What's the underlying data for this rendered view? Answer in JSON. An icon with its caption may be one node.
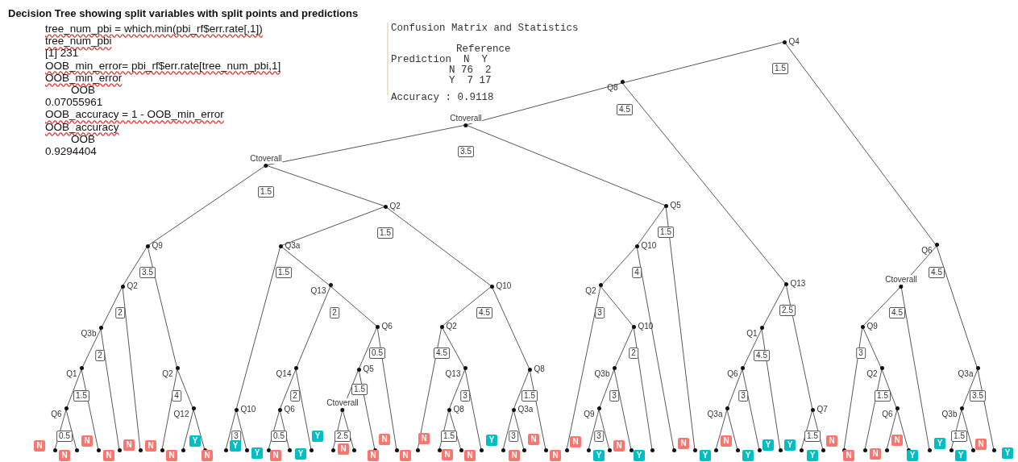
{
  "diagram": {
    "title": "Decision Tree showing split variables with split points and predictions",
    "nodes": [
      {
        "text": [
          "Q4"
        ]
      },
      {
        "text": [
          "Q8"
        ]
      },
      {
        "text": [
          "Ctoverall"
        ]
      },
      {
        "text": [
          "Ctoverall"
        ]
      },
      {
        "text": [
          "Q9"
        ]
      },
      {
        "text": [
          "Q2"
        ]
      },
      {
        "text": [
          "Q3b"
        ]
      },
      {
        "text": [
          "Q1"
        ]
      },
      {
        "text": [
          "Q6"
        ]
      },
      {
        "text": [
          "N"
        ]
      },
      {
        "text": [
          "N"
        ]
      },
      {
        "text": [
          "N"
        ]
      },
      {
        "text": [
          "N"
        ]
      },
      {
        "text": [
          "N"
        ]
      },
      {
        "text": [
          "Q2"
        ]
      },
      {
        "text": [
          "N"
        ]
      },
      {
        "text": [
          "Q12"
        ]
      },
      {
        "text": [
          "N"
        ]
      },
      {
        "text": [
          "Y"
        ]
      },
      {
        "text": [
          "Q2"
        ]
      },
      {
        "text": [
          "Q3a"
        ]
      },
      {
        "text": [
          "Q10"
        ]
      },
      {
        "text": [
          "N"
        ]
      },
      {
        "text": [
          "Y"
        ]
      },
      {
        "text": [
          "Q13"
        ]
      },
      {
        "text": [
          "Q14"
        ]
      },
      {
        "text": [
          "Q6"
        ]
      },
      {
        "text": [
          "Y"
        ]
      },
      {
        "text": [
          "N"
        ]
      },
      {
        "text": [
          "Y"
        ]
      },
      {
        "text": [
          "Q6"
        ]
      },
      {
        "text": [
          "Q5"
        ]
      },
      {
        "text": [
          "Ctoverall"
        ]
      },
      {
        "text": [
          "Y"
        ]
      },
      {
        "text": [
          "N"
        ]
      },
      {
        "text": [
          "N"
        ]
      },
      {
        "text": [
          "N"
        ]
      },
      {
        "text": [
          "Q10"
        ]
      },
      {
        "text": [
          "Q2"
        ]
      },
      {
        "text": [
          "N"
        ]
      },
      {
        "text": [
          "Q13"
        ]
      },
      {
        "text": [
          "Q8"
        ]
      },
      {
        "text": [
          "N"
        ]
      },
      {
        "text": [
          "N"
        ]
      },
      {
        "text": [
          "N"
        ]
      },
      {
        "text": [
          "Q8"
        ]
      },
      {
        "text": [
          "Q3a"
        ]
      },
      {
        "text": [
          "Y"
        ]
      },
      {
        "text": [
          "N"
        ]
      },
      {
        "text": [
          "N"
        ]
      },
      {
        "text": [
          "Q5"
        ]
      },
      {
        "text": [
          "Q10"
        ]
      },
      {
        "text": [
          "Q2"
        ]
      },
      {
        "text": [
          "N"
        ]
      },
      {
        "text": [
          "Q10"
        ]
      },
      {
        "text": [
          "Q3b"
        ]
      },
      {
        "text": [
          "Q9"
        ]
      },
      {
        "text": [
          "N"
        ]
      },
      {
        "text": [
          "Y"
        ]
      },
      {
        "text": [
          "N"
        ]
      },
      {
        "text": [
          "Y"
        ]
      },
      {
        "text": [
          "N"
        ]
      },
      {
        "text": [
          "Y"
        ]
      },
      {
        "text": [
          "Q13"
        ]
      },
      {
        "text": [
          "Q1"
        ]
      },
      {
        "text": [
          "Q6"
        ]
      },
      {
        "text": [
          "Q3a"
        ]
      },
      {
        "text": [
          "N"
        ]
      },
      {
        "text": [
          "Y"
        ]
      },
      {
        "text": [
          "Y"
        ]
      },
      {
        "text": [
          "Y"
        ]
      },
      {
        "text": [
          "Q7"
        ]
      },
      {
        "text": [
          "Y"
        ]
      },
      {
        "text": [
          "N"
        ]
      },
      {
        "text": [
          "Q6"
        ]
      },
      {
        "text": [
          "Ctoverall"
        ]
      },
      {
        "text": [
          "Q9"
        ]
      },
      {
        "text": [
          "N"
        ]
      },
      {
        "text": [
          "Q2"
        ]
      },
      {
        "text": [
          "N"
        ]
      },
      {
        "text": [
          "Q6"
        ]
      },
      {
        "text": [
          "N"
        ]
      },
      {
        "text": [
          "Y"
        ]
      },
      {
        "text": [
          "Y"
        ]
      },
      {
        "text": [
          "Q3a"
        ]
      },
      {
        "text": [
          "Q3b"
        ]
      },
      {
        "text": [
          "Y"
        ]
      },
      {
        "text": [
          "N"
        ]
      },
      {
        "text": [
          "Y"
        ]
      }
    ],
    "edges": [
      {
        "from": 0,
        "to": 1,
        "arrow": "none"
      },
      {
        "from": 0,
        "to": 74,
        "arrow": "none"
      },
      {
        "from": 1,
        "to": 2,
        "arrow": "none"
      },
      {
        "from": 1,
        "to": 63,
        "arrow": "none"
      },
      {
        "from": 2,
        "to": 3,
        "arrow": "none"
      },
      {
        "from": 2,
        "to": 50,
        "arrow": "none"
      },
      {
        "from": 3,
        "to": 4,
        "arrow": "none"
      },
      {
        "from": 3,
        "to": 19,
        "arrow": "none"
      },
      {
        "from": 4,
        "to": 5,
        "arrow": "none"
      },
      {
        "from": 4,
        "to": 14,
        "arrow": "none"
      },
      {
        "from": 5,
        "to": 6,
        "arrow": "none"
      },
      {
        "from": 5,
        "to": 13,
        "arrow": "none"
      },
      {
        "from": 6,
        "to": 7,
        "arrow": "none"
      },
      {
        "from": 6,
        "to": 12,
        "arrow": "none"
      },
      {
        "from": 7,
        "to": 8,
        "arrow": "none"
      },
      {
        "from": 7,
        "to": 11,
        "arrow": "none"
      },
      {
        "from": 8,
        "to": 9,
        "arrow": "none"
      },
      {
        "from": 8,
        "to": 10,
        "arrow": "none"
      },
      {
        "from": 14,
        "to": 15,
        "arrow": "none"
      },
      {
        "from": 14,
        "to": 16,
        "arrow": "none"
      },
      {
        "from": 16,
        "to": 17,
        "arrow": "none"
      },
      {
        "from": 16,
        "to": 18,
        "arrow": "none"
      },
      {
        "from": 19,
        "to": 20,
        "arrow": "none"
      },
      {
        "from": 19,
        "to": 37,
        "arrow": "none"
      },
      {
        "from": 20,
        "to": 21,
        "arrow": "none"
      },
      {
        "from": 20,
        "to": 24,
        "arrow": "none"
      },
      {
        "from": 21,
        "to": 22,
        "arrow": "none"
      },
      {
        "from": 21,
        "to": 23,
        "arrow": "none"
      },
      {
        "from": 24,
        "to": 25,
        "arrow": "none"
      },
      {
        "from": 24,
        "to": 30,
        "arrow": "none"
      },
      {
        "from": 25,
        "to": 26,
        "arrow": "none"
      },
      {
        "from": 25,
        "to": 29,
        "arrow": "none"
      },
      {
        "from": 26,
        "to": 27,
        "arrow": "none"
      },
      {
        "from": 26,
        "to": 28,
        "arrow": "none"
      },
      {
        "from": 30,
        "to": 31,
        "arrow": "none"
      },
      {
        "from": 30,
        "to": 36,
        "arrow": "none"
      },
      {
        "from": 31,
        "to": 32,
        "arrow": "none"
      },
      {
        "from": 31,
        "to": 35,
        "arrow": "none"
      },
      {
        "from": 32,
        "to": 33,
        "arrow": "none"
      },
      {
        "from": 32,
        "to": 34,
        "arrow": "none"
      },
      {
        "from": 37,
        "to": 38,
        "arrow": "none"
      },
      {
        "from": 37,
        "to": 45,
        "arrow": "none"
      },
      {
        "from": 38,
        "to": 39,
        "arrow": "none"
      },
      {
        "from": 38,
        "to": 40,
        "arrow": "none"
      },
      {
        "from": 40,
        "to": 41,
        "arrow": "none"
      },
      {
        "from": 40,
        "to": 44,
        "arrow": "none"
      },
      {
        "from": 41,
        "to": 42,
        "arrow": "none"
      },
      {
        "from": 41,
        "to": 43,
        "arrow": "none"
      },
      {
        "from": 45,
        "to": 46,
        "arrow": "none"
      },
      {
        "from": 45,
        "to": 49,
        "arrow": "none"
      },
      {
        "from": 46,
        "to": 47,
        "arrow": "none"
      },
      {
        "from": 46,
        "to": 48,
        "arrow": "none"
      },
      {
        "from": 50,
        "to": 51,
        "arrow": "none"
      },
      {
        "from": 50,
        "to": 62,
        "arrow": "none"
      },
      {
        "from": 51,
        "to": 52,
        "arrow": "none"
      },
      {
        "from": 51,
        "to": 61,
        "arrow": "none"
      },
      {
        "from": 52,
        "to": 53,
        "arrow": "none"
      },
      {
        "from": 52,
        "to": 54,
        "arrow": "none"
      },
      {
        "from": 54,
        "to": 55,
        "arrow": "none"
      },
      {
        "from": 54,
        "to": 60,
        "arrow": "none"
      },
      {
        "from": 55,
        "to": 56,
        "arrow": "none"
      },
      {
        "from": 55,
        "to": 59,
        "arrow": "none"
      },
      {
        "from": 56,
        "to": 57,
        "arrow": "none"
      },
      {
        "from": 56,
        "to": 58,
        "arrow": "none"
      },
      {
        "from": 63,
        "to": 64,
        "arrow": "none"
      },
      {
        "from": 63,
        "to": 71,
        "arrow": "none"
      },
      {
        "from": 64,
        "to": 65,
        "arrow": "none"
      },
      {
        "from": 64,
        "to": 70,
        "arrow": "none"
      },
      {
        "from": 65,
        "to": 66,
        "arrow": "none"
      },
      {
        "from": 65,
        "to": 69,
        "arrow": "none"
      },
      {
        "from": 66,
        "to": 67,
        "arrow": "none"
      },
      {
        "from": 66,
        "to": 68,
        "arrow": "none"
      },
      {
        "from": 71,
        "to": 72,
        "arrow": "none"
      },
      {
        "from": 71,
        "to": 73,
        "arrow": "none"
      },
      {
        "from": 74,
        "to": 75,
        "arrow": "none"
      },
      {
        "from": 74,
        "to": 84,
        "arrow": "none"
      },
      {
        "from": 75,
        "to": 76,
        "arrow": "none"
      },
      {
        "from": 75,
        "to": 83,
        "arrow": "none"
      },
      {
        "from": 76,
        "to": 77,
        "arrow": "none"
      },
      {
        "from": 76,
        "to": 78,
        "arrow": "none"
      },
      {
        "from": 78,
        "to": 79,
        "arrow": "none"
      },
      {
        "from": 78,
        "to": 80,
        "arrow": "none"
      },
      {
        "from": 80,
        "to": 81,
        "arrow": "none"
      },
      {
        "from": 80,
        "to": 82,
        "arrow": "none"
      },
      {
        "from": 84,
        "to": 85,
        "arrow": "none"
      },
      {
        "from": 84,
        "to": 88,
        "arrow": "none"
      },
      {
        "from": 85,
        "to": 86,
        "arrow": "none"
      },
      {
        "from": 85,
        "to": 87,
        "arrow": "none"
      }
    ],
    "labels": [
      "tree_num_pbi = which.min(pbi_rf$err.rate[,1])",
      "tree_num_pbi",
      "[1] 231",
      "OOB_min_error= pbi_rf$err.rate[tree_num_pbi,1]",
      "OOB_min_error",
      "OOB",
      "0.07055961",
      "OOB_accuracy = 1 - OOB_min_error",
      "OOB_accuracy",
      "OOB",
      "0.9294404",
      "Confusion Matrix and Statistics",
      "Reference",
      "Prediction  N  Y",
      "N 76  2",
      "Y  7 17",
      "Accuracy : 0.9118",
      "1.5",
      "4.5",
      "3.5",
      "1.5",
      "3.5",
      "2",
      "2",
      "1.5",
      "0.5",
      "4",
      "1.5",
      "1.5",
      "3",
      "2",
      "2",
      "0.5",
      "0.5",
      "1.5",
      "2.5",
      "4.5",
      "4.5",
      "3",
      "1.5",
      "1.5",
      "3",
      "1.5",
      "4",
      "3",
      "2",
      "3",
      "3",
      "2.5",
      "4.5",
      "3",
      "1.5",
      "4.5",
      "4.5",
      "3",
      "1.5",
      "3.5",
      "1.5"
    ]
  }
}
